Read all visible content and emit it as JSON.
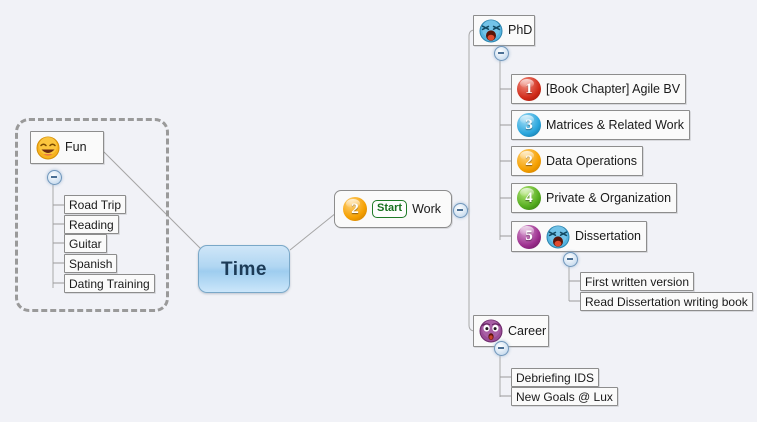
{
  "diagram": {
    "type": "mind-map",
    "background_color": "#f1f2f7",
    "root": {
      "label": "Time"
    },
    "branches": [
      {
        "id": "fun",
        "label": "Fun",
        "icon": "laughing-face-icon",
        "icon_color": "#f5a623",
        "boundary": "dashed-group-boundary",
        "children": [
          {
            "label": "Road Trip"
          },
          {
            "label": "Reading"
          },
          {
            "label": "Guitar"
          },
          {
            "label": "Spanish"
          },
          {
            "label": "Dating Training"
          }
        ]
      },
      {
        "id": "work",
        "label": "Work",
        "priority": "2",
        "priority_color": "#f5a000",
        "badge": "Start",
        "badge_color": "#17711f",
        "children": [
          {
            "id": "phd",
            "label": "PhD",
            "icon": "yelling-face-icon",
            "icon_color": "#4aa3d8",
            "children": [
              {
                "label": "[Book Chapter] Agile BV",
                "priority": "1",
                "priority_color": "#d02a18"
              },
              {
                "label": "Matrices & Related Work",
                "priority": "3",
                "priority_color": "#2aa6dd"
              },
              {
                "label": "Data Operations",
                "priority": "2",
                "priority_color": "#f5a000"
              },
              {
                "label": "Private & Organization",
                "priority": "4",
                "priority_color": "#55ad1f"
              },
              {
                "label": "Dissertation",
                "priority": "5",
                "priority_color": "#9c2f8e",
                "icon": "yelling-face-icon",
                "children": [
                  {
                    "label": "First written version"
                  },
                  {
                    "label": "Read Dissertation writing book"
                  }
                ]
              }
            ]
          },
          {
            "id": "career",
            "label": "Career",
            "icon": "shocked-face-icon",
            "icon_color": "#9c4a9c",
            "children": [
              {
                "label": "Debriefing IDS"
              },
              {
                "label": "New Goals @ Lux"
              }
            ]
          }
        ]
      }
    ]
  }
}
